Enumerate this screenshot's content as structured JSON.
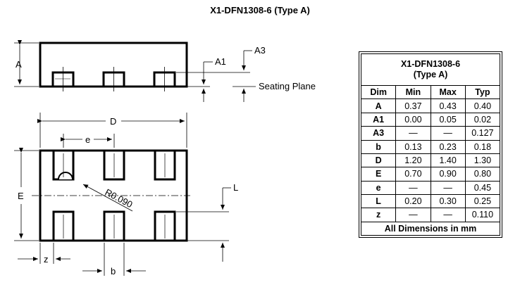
{
  "title": "X1-DFN1308-6 (Type A)",
  "drawing_labels": {
    "A": "A",
    "A1": "A1",
    "A3": "A3",
    "seating_plane": "Seating Plane",
    "D": "D",
    "e": "e",
    "E": "E",
    "radius": "R0.090",
    "L": "L",
    "z": "z",
    "b": "b"
  },
  "table": {
    "title_line1": "X1-DFN1308-6",
    "title_line2": "(Type A)",
    "headers": [
      "Dim",
      "Min",
      "Max",
      "Typ"
    ],
    "rows": [
      [
        "A",
        "0.37",
        "0.43",
        "0.40"
      ],
      [
        "A1",
        "0.00",
        "0.05",
        "0.02"
      ],
      [
        "A3",
        "—",
        "—",
        "0.127"
      ],
      [
        "b",
        "0.13",
        "0.23",
        "0.18"
      ],
      [
        "D",
        "1.20",
        "1.40",
        "1.30"
      ],
      [
        "E",
        "0.70",
        "0.90",
        "0.80"
      ],
      [
        "e",
        "—",
        "—",
        "0.45"
      ],
      [
        "L",
        "0.20",
        "0.30",
        "0.25"
      ],
      [
        "z",
        "—",
        "—",
        "0.110"
      ]
    ],
    "footer": "All Dimensions in mm"
  }
}
